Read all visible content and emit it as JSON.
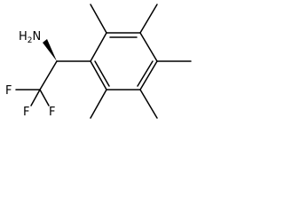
{
  "molecule": {
    "amine_label": "H",
    "amine_subscript": "2",
    "amine_element": "N",
    "fluorine_1": "F",
    "fluorine_2": "F",
    "fluorine_3": "F",
    "color": "#000000"
  }
}
